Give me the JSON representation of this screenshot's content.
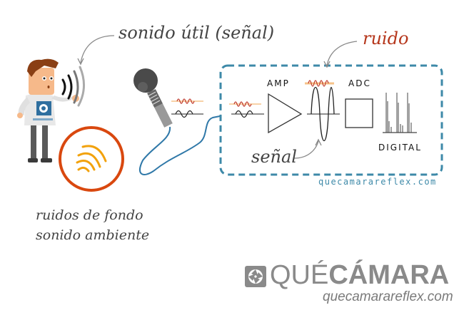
{
  "labels": {
    "useful_sound": "sonido útil (señal)",
    "noise_top": "ruido",
    "signal_bottom": "señal",
    "amp": "AMP",
    "adc": "ADC",
    "digital": "DIGITAL",
    "box_site": "quecamarareflex.com",
    "background_noise_line1": "ruidos de fondo",
    "background_noise_line2": "sonido ambiente"
  },
  "logo": {
    "que": "QUÉ",
    "camara": "CÁMARA",
    "site": "quecamarareflex.com"
  },
  "colors": {
    "text": "#444444",
    "noise_red": "#b5361b",
    "dashed_box": "#3d89a8",
    "cable": "#2f78a8",
    "circle": "#d9480f",
    "waves_orange": "#f2a20c",
    "logo_gray": "#8a8a8a"
  }
}
